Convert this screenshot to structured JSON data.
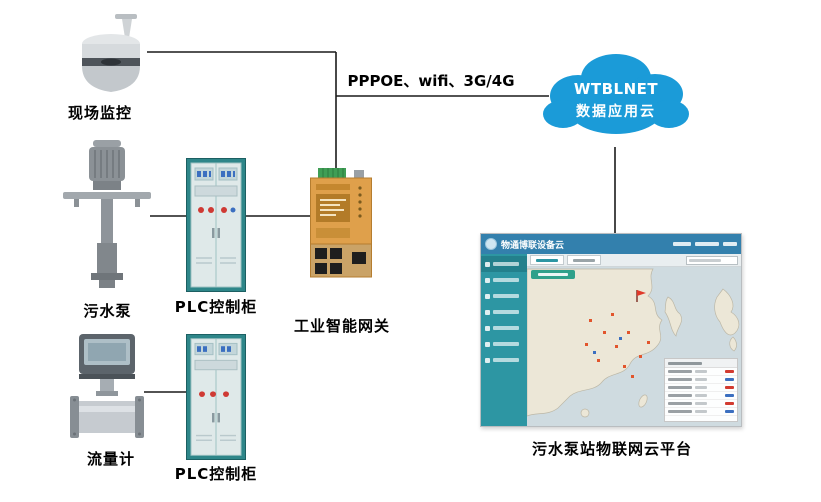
{
  "labels": {
    "camera": "现场监控",
    "pump": "污水泵",
    "plc_top": "PLC控制柜",
    "plc_bottom": "PLC控制柜",
    "flowmeter": "流量计",
    "gateway": "工业智能网关",
    "link_protocols": "PPPOE、wifi、3G/4G",
    "platform_caption": "污水泵站物联网云平台"
  },
  "cloud": {
    "name_line1": "WTBLNET",
    "name_line2": "数据应用云",
    "fill_color": "#1b9bd8"
  },
  "platform_ui": {
    "header_title": "物通博联设备云",
    "header_color": "#3380ad",
    "sidebar_color": "#2d96a3",
    "map_sea_color": "#cfdbe0",
    "map_land_color": "#ece7d7",
    "marker_color": "#e2552c"
  },
  "devices": {
    "cabinet_frame_color": "#2e8689",
    "gateway_body_color": "#dfa04b",
    "pump_color": "#8b9196",
    "camera_color": "#c3c8cc"
  }
}
